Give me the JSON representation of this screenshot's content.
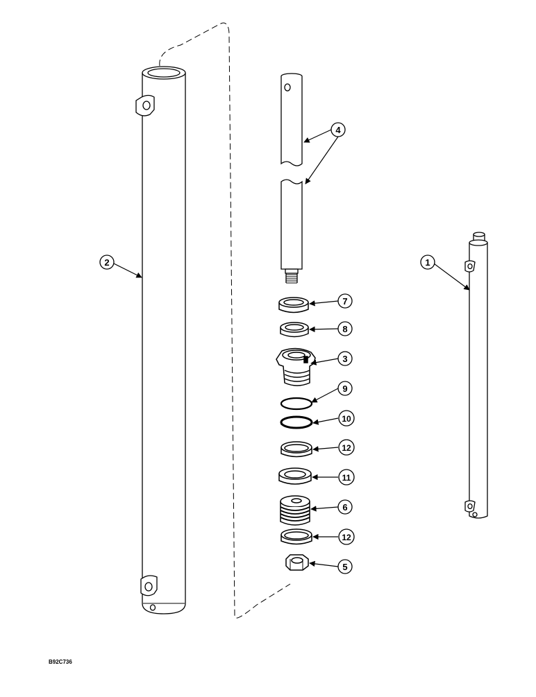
{
  "figure_code": "B92C736",
  "callouts": {
    "c1": "1",
    "c2": "2",
    "c3": "3",
    "c4": "4",
    "c5": "5",
    "c6": "6",
    "c7": "7",
    "c8": "8",
    "c9": "9",
    "c10": "10",
    "c11": "11",
    "c12a": "12",
    "c12b": "12"
  }
}
